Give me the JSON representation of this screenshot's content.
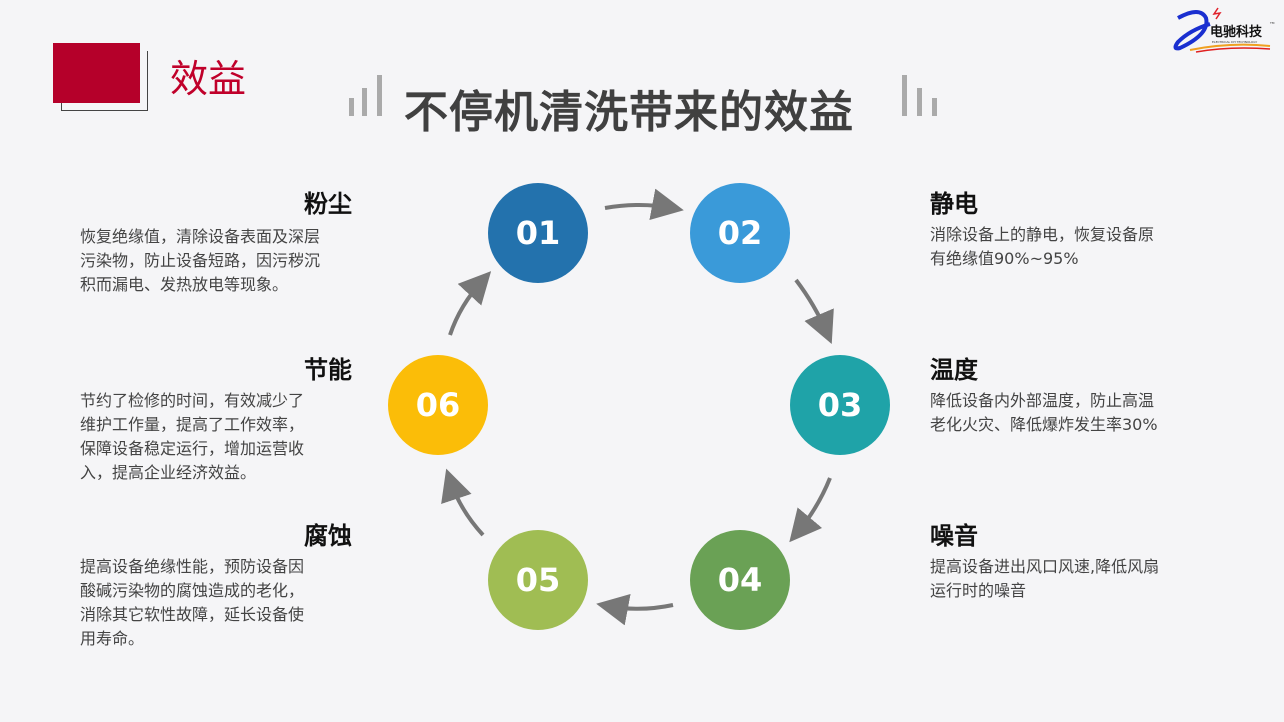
{
  "section_label": "效益",
  "title": "不停机清洗带来的效益",
  "logo": {
    "text": "电驰科技",
    "subtitle": "ELECTRICAL DH TECHNOLOGY",
    "tm": "TM"
  },
  "steps": [
    {
      "num": "01",
      "color": "#2372ad",
      "head": "粉尘",
      "desc": [
        "恢复绝缘值，清除设备表面及深层",
        "污染物，防止设备短路，因污秽沉",
        "积而漏电、发热放电等现象。"
      ]
    },
    {
      "num": "02",
      "color": "#3a9ad9",
      "head": "静电",
      "desc": [
        "消除设备上的静电，恢复设备原",
        "有绝缘值90%~95%"
      ]
    },
    {
      "num": "03",
      "color": "#1fa3a8",
      "head": "温度",
      "desc": [
        "降低设备内外部温度，防止高温",
        "老化火灾、降低爆炸发生率30%"
      ]
    },
    {
      "num": "04",
      "color": "#6aa155",
      "head": "噪音",
      "desc": [
        "提高设备进出风口风速,降低风扇",
        "运行时的噪音"
      ]
    },
    {
      "num": "05",
      "color": "#a0bd53",
      "head": "腐蚀",
      "desc": [
        "提高设备绝缘性能，预防设备因",
        "酸碱污染物的腐蚀造成的老化，",
        "消除其它软性故障，延长设备使",
        "用寿命。"
      ]
    },
    {
      "num": "06",
      "color": "#fbbd08",
      "head": "节能",
      "desc": [
        "节约了检修的时间，有效减少了",
        "维护工作量，提高了工作效率，",
        "保障设备稳定运行，增加运营收",
        "入，提高企业经济效益。"
      ]
    }
  ]
}
